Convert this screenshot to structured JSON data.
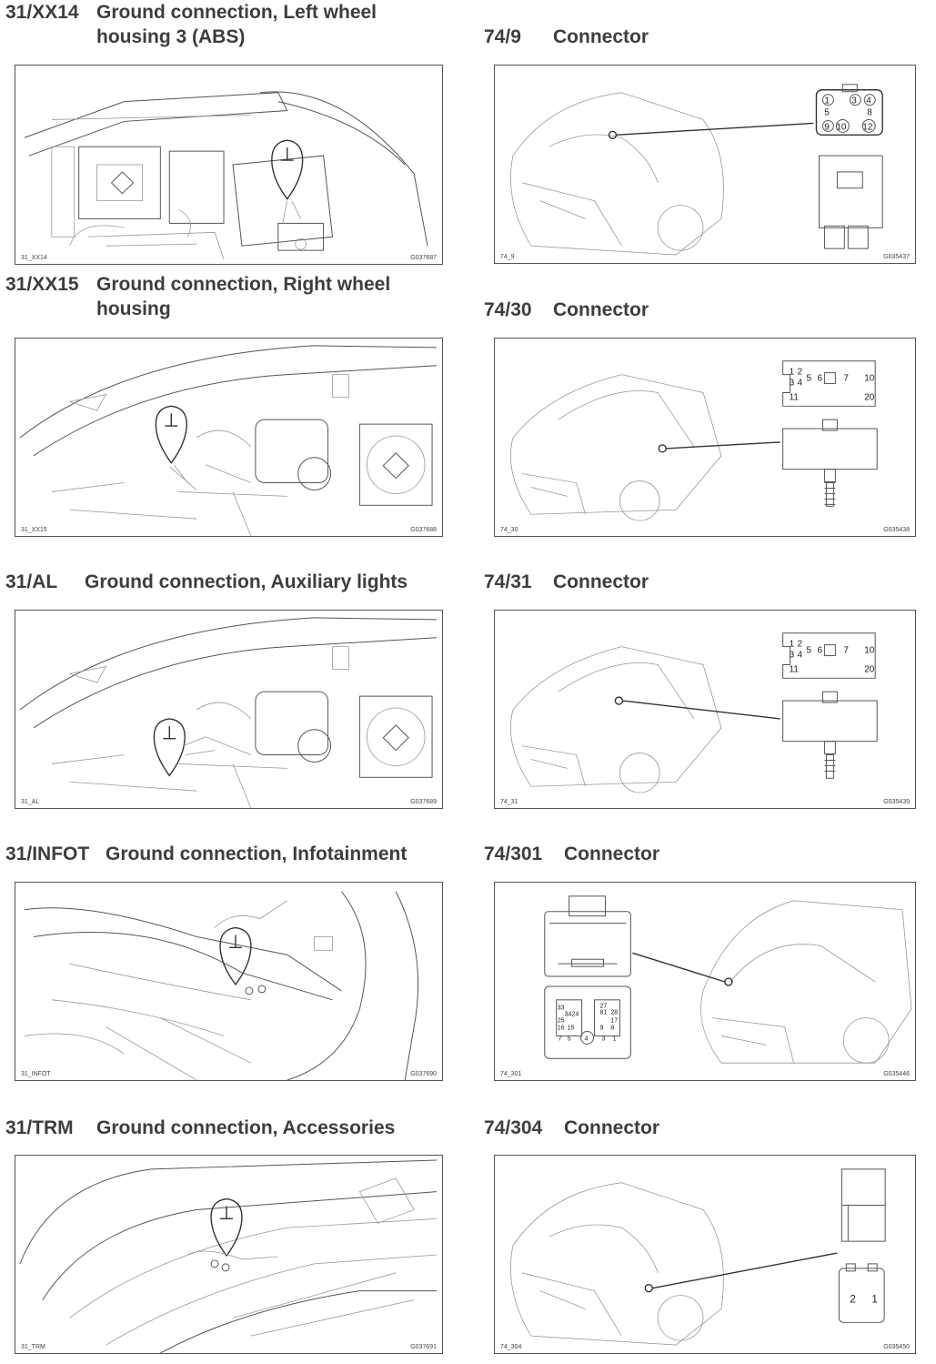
{
  "left_column": [
    {
      "code": "31/XX14",
      "title_lines": [
        "Ground connection, Left wheel",
        "housing 3 (ABS)"
      ],
      "image_id": "31_XX14",
      "figure_number": "G037687"
    },
    {
      "code": "31/XX15",
      "title_lines": [
        "Ground connection, Right wheel",
        "housing"
      ],
      "image_id": "31_XX15",
      "figure_number": "G037688"
    },
    {
      "code": "31/AL",
      "title_lines": [
        "Ground connection, Auxiliary lights"
      ],
      "image_id": "31_AL",
      "figure_number": "G037689"
    },
    {
      "code": "31/INFOT",
      "title_lines": [
        "Ground connection, Infotainment"
      ],
      "image_id": "31_INFOT",
      "figure_number": "G037690"
    },
    {
      "code": "31/TRM",
      "title_lines": [
        "Ground connection, Accessories"
      ],
      "image_id": "31_TRM",
      "figure_number": "G037691"
    }
  ],
  "right_column": [
    {
      "code": "74/9",
      "title": "Connector",
      "image_id": "74_9",
      "figure_number": "G035437",
      "pins": [
        "1",
        "3",
        "4",
        "5",
        "8",
        "9",
        "10",
        "12"
      ]
    },
    {
      "code": "74/30",
      "title": "Connector",
      "image_id": "74_30",
      "figure_number": "G035438",
      "pins": [
        "1",
        "2",
        "3",
        "4",
        "5",
        "6",
        "7",
        "10",
        "11",
        "20"
      ]
    },
    {
      "code": "74/31",
      "title": "Connector",
      "image_id": "74_31",
      "figure_number": "G035439",
      "pins": [
        "1",
        "2",
        "3",
        "4",
        "5",
        "6",
        "7",
        "10",
        "11",
        "20"
      ]
    },
    {
      "code": "74/301",
      "title": "Connector",
      "image_id": "74_301",
      "figure_number": "G035446",
      "pins": [
        "33",
        "27",
        "34",
        "24",
        "81",
        "28",
        "25",
        "17",
        "16",
        "15",
        "9",
        "8",
        "7",
        "5",
        "4",
        "3",
        "1"
      ]
    },
    {
      "code": "74/304",
      "title": "Connector",
      "image_id": "74_304",
      "figure_number": "G035450",
      "pins": [
        "2",
        "1"
      ]
    }
  ],
  "ground_symbol": "⊥",
  "colors": {
    "text": "#3d3d3d",
    "line": "#555555"
  }
}
